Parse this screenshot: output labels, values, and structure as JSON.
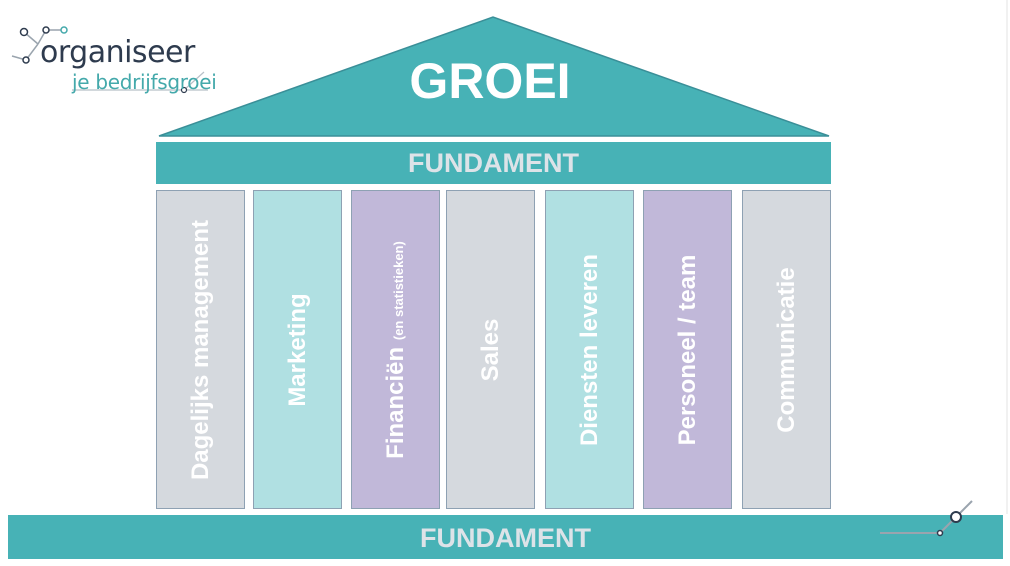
{
  "logo": {
    "main_text": "organiseer",
    "sub_text": "je bedrijfsgroei",
    "colors": {
      "dark": "#2e3b4e",
      "accent": "#44a9ab"
    }
  },
  "roof": {
    "title": "GROEI",
    "color": "#47b2b6"
  },
  "top_beam": {
    "label": "FUNDAMENT"
  },
  "pillars": [
    {
      "label": "Dagelijks management",
      "sub": "",
      "color": "#d5d9de"
    },
    {
      "label": "Marketing",
      "sub": "",
      "color": "#b0e0e2"
    },
    {
      "label": "Financiën",
      "sub": "(en statistieken)",
      "color": "#c1b8d9"
    },
    {
      "label": "Sales",
      "sub": "",
      "color": "#d5d9de"
    },
    {
      "label": "Diensten leveren",
      "sub": "",
      "color": "#b0e0e2"
    },
    {
      "label": "Personeel / team",
      "sub": "",
      "color": "#c1b8d9"
    },
    {
      "label": "Communicatie",
      "sub": "",
      "color": "#d5d9de"
    }
  ],
  "bottom_beam": {
    "label": "FUNDAMENT"
  }
}
